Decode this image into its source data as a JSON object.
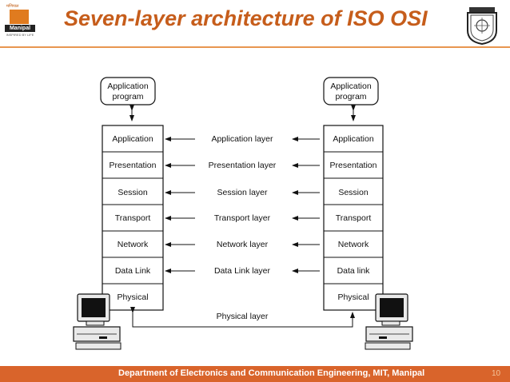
{
  "header": {
    "title": "Seven-layer architecture of ISO OSI",
    "logo_word": "Manipal",
    "logo_tagline": "INSPIRED BY LIFE",
    "logo_script": "मणिपाल"
  },
  "diagram": {
    "left_program": [
      "Application",
      "program"
    ],
    "right_program": [
      "Application",
      "program"
    ],
    "left_stack": [
      "Application",
      "Presentation",
      "Session",
      "Transport",
      "Network",
      "Data Link",
      "Physical"
    ],
    "right_stack": [
      "Application",
      "Presentation",
      "Session",
      "Transport",
      "Network",
      "Data link",
      "Physical"
    ],
    "protocols": [
      "Application layer",
      "Presentation layer",
      "Session layer",
      "Transport layer",
      "Network layer",
      "Data Link layer"
    ],
    "physical_link": "Physical layer"
  },
  "footer": {
    "department": "Department of Electronics and Communication Engineering, MIT, Manipal",
    "page_number": "10"
  }
}
